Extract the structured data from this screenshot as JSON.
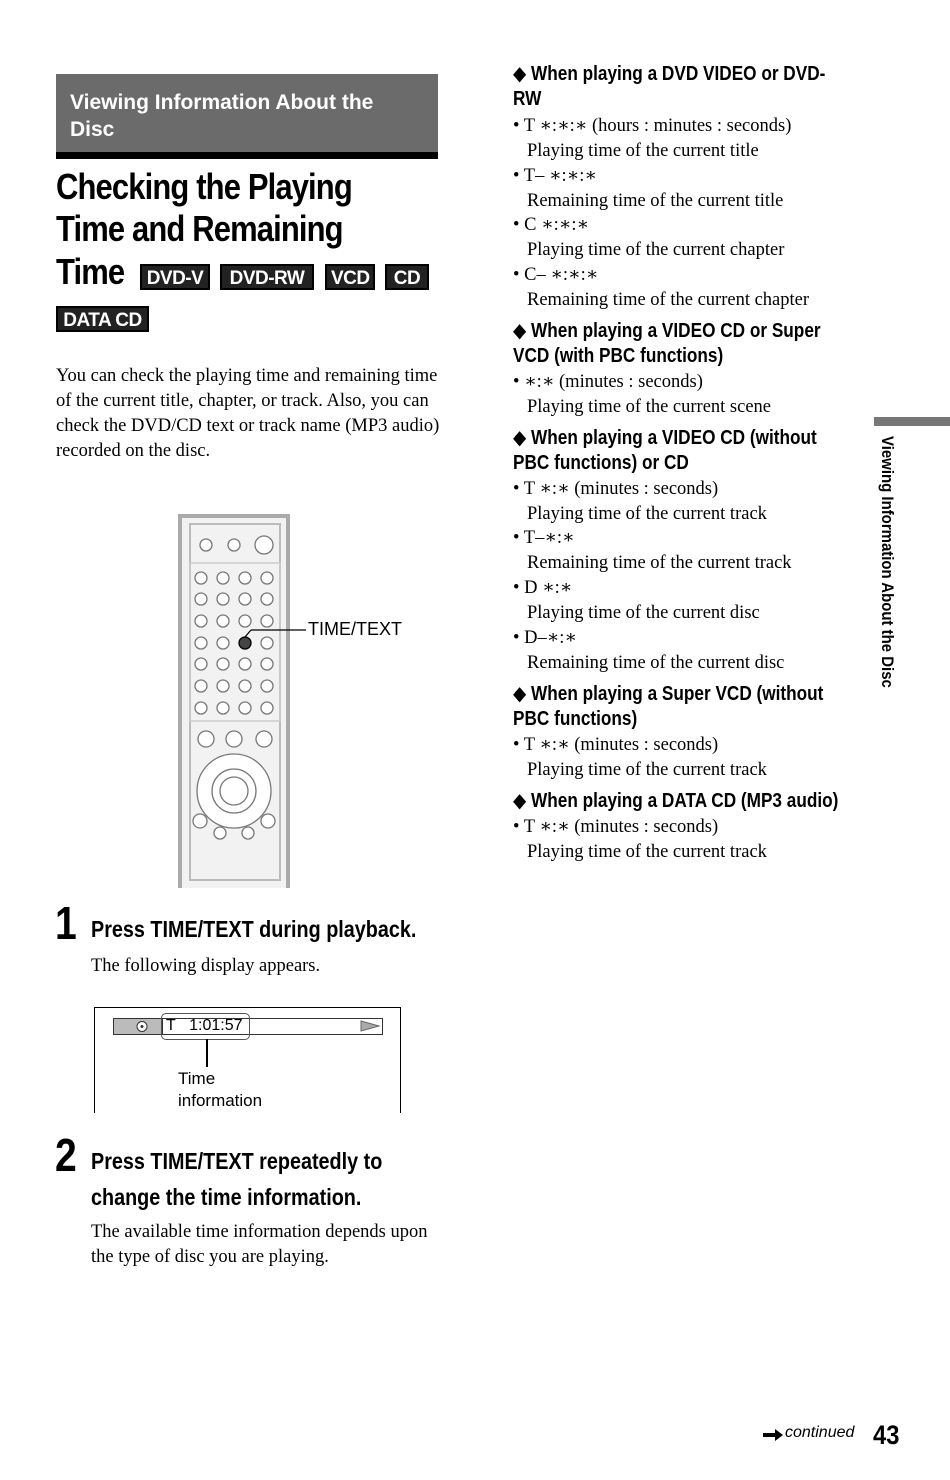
{
  "section_banner": "Viewing Information About the Disc",
  "title_lines": [
    "Checking the Playing",
    "Time and Remaining",
    "Time"
  ],
  "disc_badges": [
    "DVD-V",
    "DVD-RW",
    "VCD",
    "CD",
    "DATA CD"
  ],
  "intro": "You can check the playing time and remaining time of the current title, chapter, or track. Also, you can check the DVD/CD text or track name (MP3 audio) recorded on the disc.",
  "remote_callout": "TIME/TEXT",
  "steps": [
    {
      "number": "1",
      "title": "Press TIME/TEXT during playback.",
      "body": "The following display appears."
    },
    {
      "number": "2",
      "title_lines": [
        "Press TIME/TEXT repeatedly to",
        "change the time information."
      ],
      "body": "The available time information depends upon the type of disc you are playing."
    }
  ],
  "osd": {
    "label": "T",
    "time": "1:01:57",
    "caption_lines": [
      "Time",
      "information"
    ]
  },
  "sections": [
    {
      "heading_lines": [
        "◆ When playing a DVD VIDEO or DVD-",
        "RW"
      ],
      "items": [
        {
          "code": "• T  ∗:∗:∗ (hours : minutes : seconds)",
          "desc": "Playing time of the current title"
        },
        {
          "code": "• T– ∗:∗:∗",
          "desc": "Remaining time of the current title"
        },
        {
          "code": "• C  ∗:∗:∗",
          "desc": "Playing time of the current chapter"
        },
        {
          "code": "• C– ∗:∗:∗",
          "desc": "Remaining time of the current chapter"
        }
      ]
    },
    {
      "heading_lines": [
        "◆ When playing a VIDEO CD or Super",
        "VCD (with PBC functions)"
      ],
      "items": [
        {
          "code": "• ∗:∗ (minutes : seconds)",
          "desc": "Playing time of the current scene"
        }
      ]
    },
    {
      "heading_lines": [
        "◆ When playing a VIDEO CD (without",
        "PBC functions) or CD"
      ],
      "items": [
        {
          "code": "• T ∗:∗ (minutes : seconds)",
          "desc": "Playing time of the current track"
        },
        {
          "code": "• T–∗:∗",
          "desc": "Remaining time of the current track"
        },
        {
          "code": "• D ∗:∗",
          "desc": "Playing time of the current disc"
        },
        {
          "code": "• D–∗:∗",
          "desc": "Remaining time of the current disc"
        }
      ]
    },
    {
      "heading_lines": [
        "◆ When playing a Super VCD (without",
        "PBC functions)"
      ],
      "items": [
        {
          "code": "• T ∗:∗ (minutes : seconds)",
          "desc": "Playing time of the current track"
        }
      ]
    },
    {
      "heading_lines": [
        "◆ When playing a DATA CD (MP3 audio)"
      ],
      "items": [
        {
          "code": "• T ∗:∗ (minutes : seconds)",
          "desc": "Playing time of the current track"
        }
      ]
    }
  ],
  "side_tab": "Viewing Information About the Disc",
  "footer": {
    "continued": "continued",
    "page_number": "43"
  }
}
